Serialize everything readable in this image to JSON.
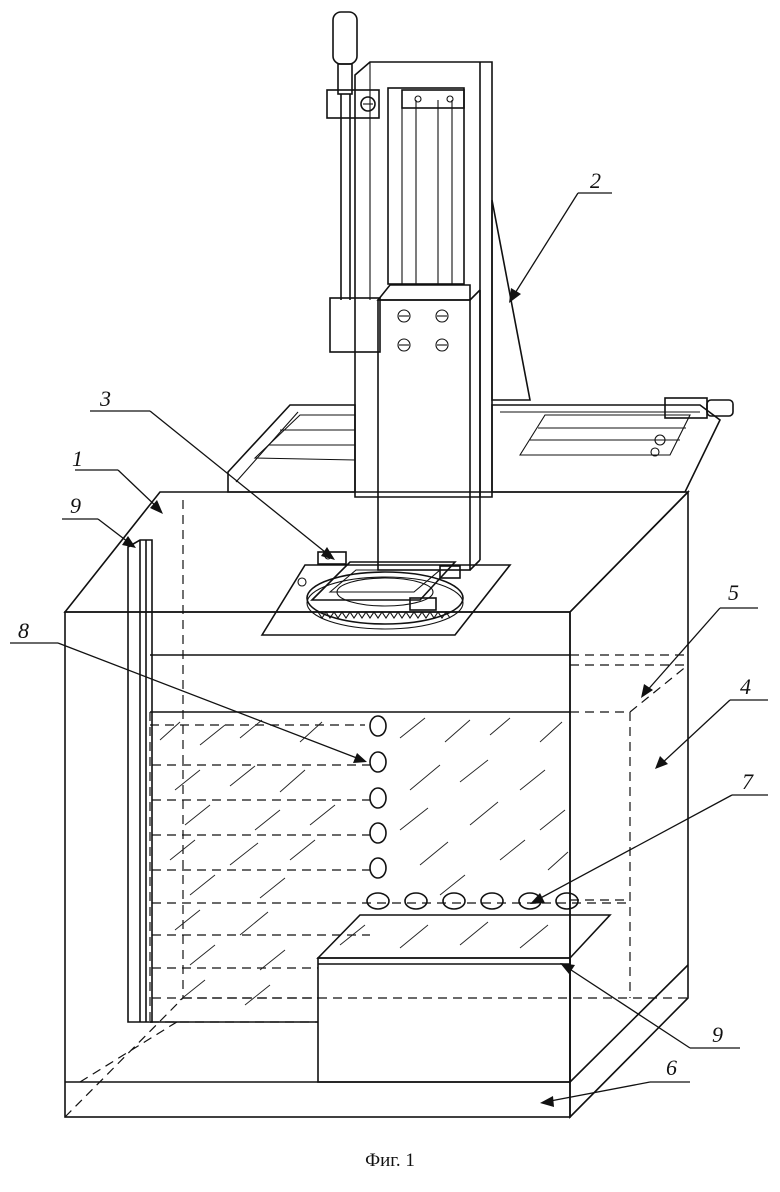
{
  "labels": {
    "l1": "1",
    "l2": "2",
    "l3": "3",
    "l4": "4",
    "l5": "5",
    "l6": "6",
    "l7": "7",
    "l8": "8",
    "l9a": "9",
    "l9b": "9"
  },
  "caption": "Фиг. 1"
}
